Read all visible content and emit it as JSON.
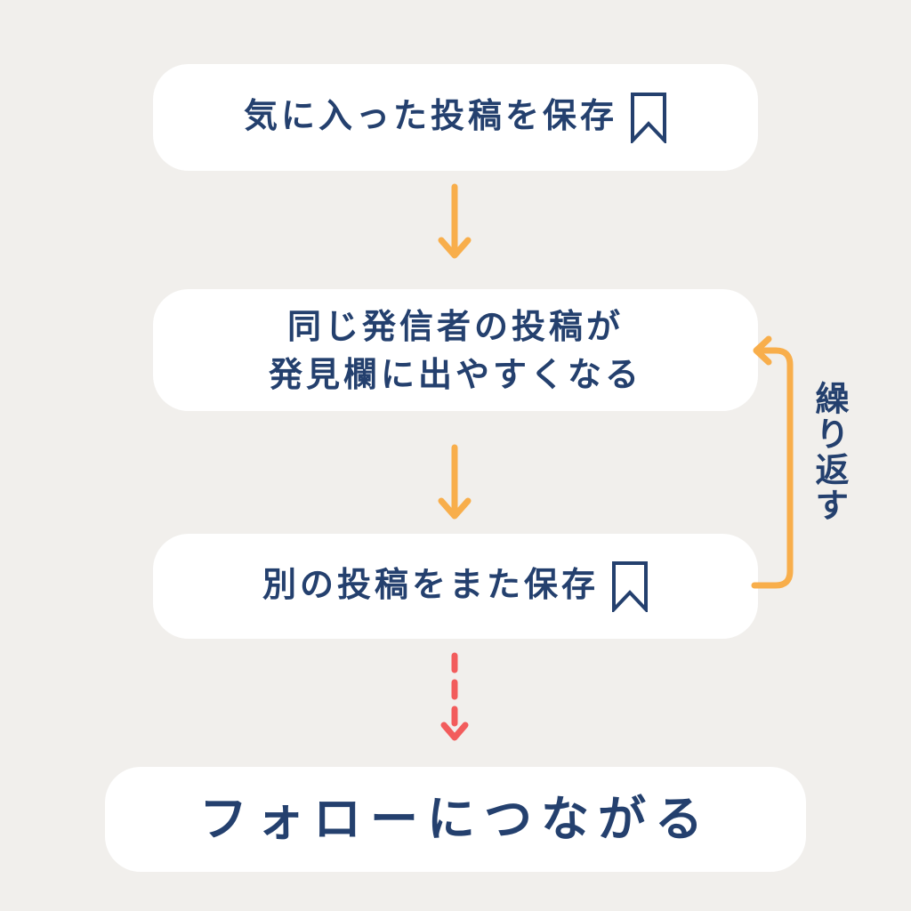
{
  "steps": [
    {
      "text": "気に入った投稿を保存",
      "icon": "bookmark-icon"
    },
    {
      "line1": "同じ発信者の投稿が",
      "line2": "発見欄に出やすくなる"
    },
    {
      "text": "別の投稿をまた保存",
      "icon": "bookmark-icon"
    },
    {
      "text": "フォローにつながる"
    }
  ],
  "loop_label": "繰り返す",
  "colors": {
    "background": "#f1efec",
    "text": "#24406e",
    "arrow": "#f8ae4b",
    "final_arrow": "#f25c5c"
  }
}
